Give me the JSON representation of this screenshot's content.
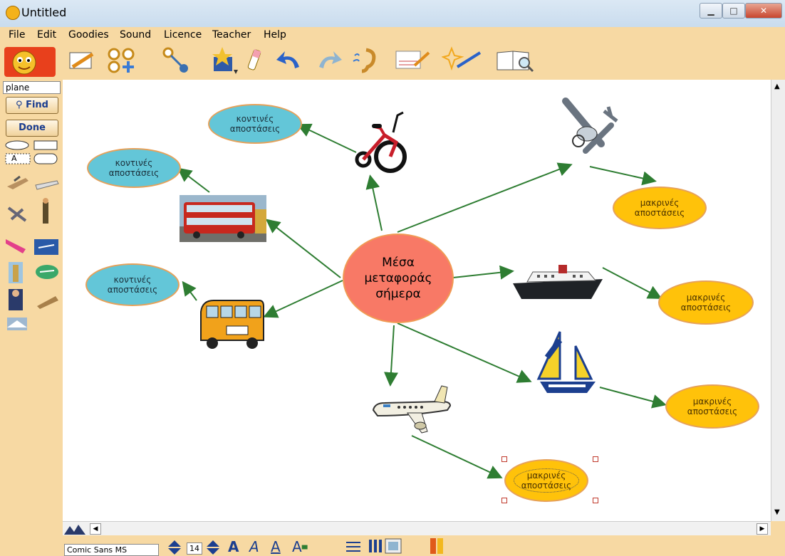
{
  "window": {
    "title": "Untitled"
  },
  "menu": [
    "File",
    "Edit",
    "Goodies",
    "Sound",
    "Licence",
    "Teacher",
    "Help"
  ],
  "sidebar": {
    "search_value": "plane",
    "find_label": "Find",
    "done_label": "Done",
    "shape_letter": "A"
  },
  "status": {
    "font_name": "Comic Sans MS",
    "font_size": "14"
  },
  "map": {
    "center": "Μέσα\nμεταφοράς\nσήμερα",
    "near_nodes": [
      "κοντινές\nαποστάσεις",
      "κοντινές\nαποστάσεις",
      "κοντινές\nαποστάσεις"
    ],
    "far_nodes": [
      "μακρινές\nαποστάσεις",
      "μακρινές\nαποστάσεις",
      "μακρινές\nαποστάσεις",
      "μακρινές\nαποστάσεις"
    ]
  },
  "colors": {
    "near_fill": "#63c6d8",
    "far_fill": "#ffc20a",
    "center_fill": "#f87966",
    "arrow": "#2e7d32",
    "chrome": "#f7d9a3"
  }
}
